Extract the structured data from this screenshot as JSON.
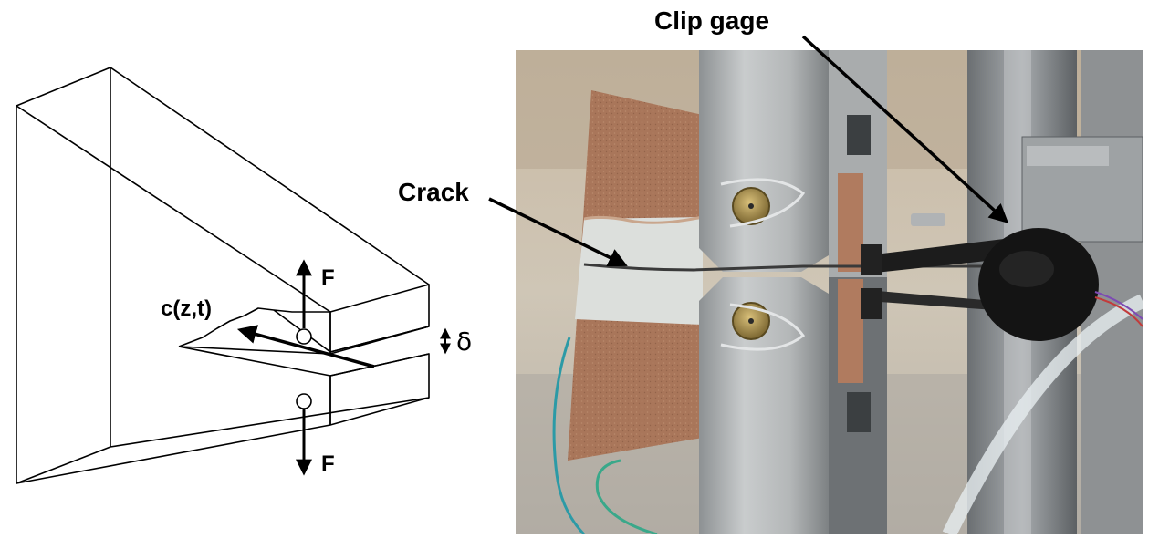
{
  "schematic": {
    "force_top": "F",
    "force_bottom": "F",
    "crack_length": "c(z,t)",
    "opening": "δ"
  },
  "photo": {
    "crack_label": "Crack",
    "gage_label": "Clip gage"
  },
  "colors": {
    "wood_specimen": "#a9765a",
    "paint_strip": "#dcdfdc",
    "steel_grip": "#b9bcbd",
    "background_wall": "#c8bfae",
    "clip_gage_body": "#141414",
    "wire_green": "#3aa88a"
  }
}
